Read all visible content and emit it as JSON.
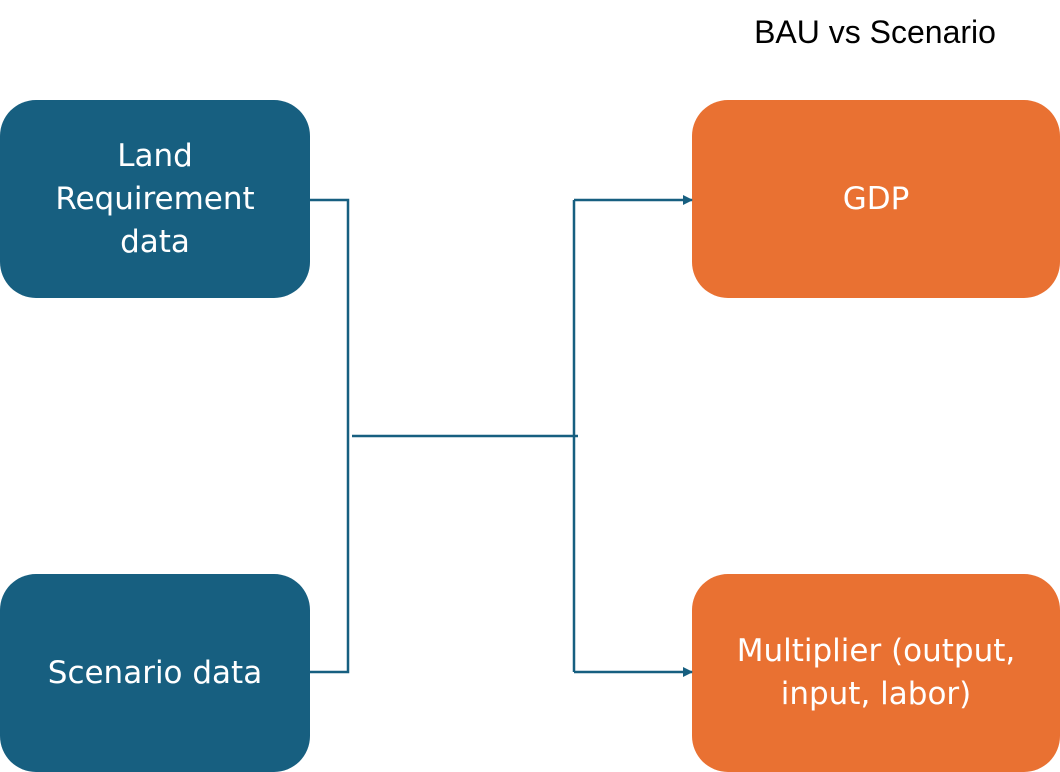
{
  "title": "BAU vs Scenario",
  "colors": {
    "input_box": "#175f80",
    "output_box": "#e97132",
    "connector": "#175f80",
    "text_on_box": "#ffffff"
  },
  "inputs": [
    {
      "label": "Land\nRequirement\ndata"
    },
    {
      "label": "Scenario data"
    }
  ],
  "outputs": [
    {
      "label": "GDP"
    },
    {
      "label": "Multiplier (output,\ninput, labor)"
    }
  ]
}
